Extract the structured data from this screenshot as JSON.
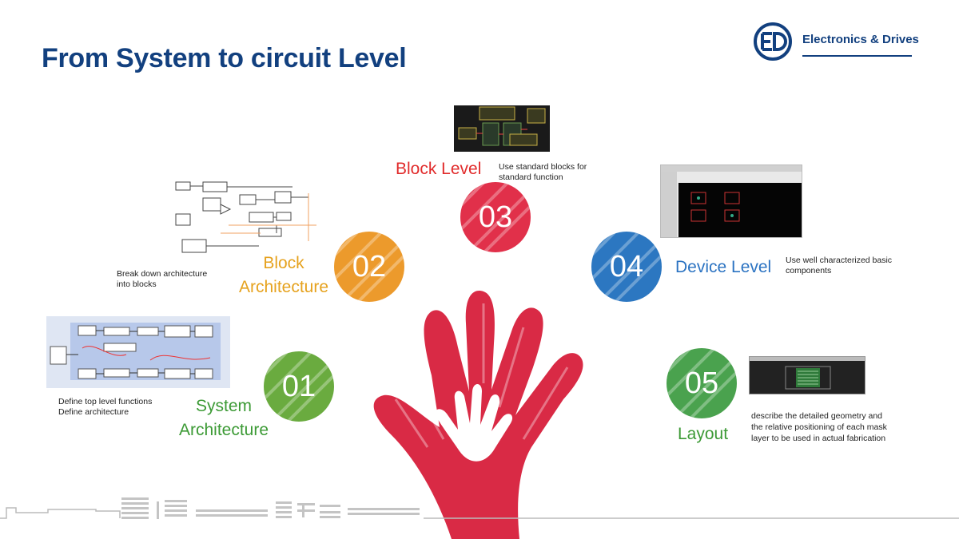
{
  "header": {
    "title": "From System to circuit Level"
  },
  "logo": {
    "text": "Electronics & Drives"
  },
  "stages": {
    "s1": {
      "number": "01",
      "label_line1": "System",
      "label_line2": "Architecture",
      "desc_line1": "Define top  level functions",
      "desc_line2": "Define architecture",
      "color": "#6aab3f"
    },
    "s2": {
      "number": "02",
      "label_line1": "Block",
      "label_line2": "Architecture",
      "desc_line1": "Break down architecture",
      "desc_line2": "into blocks",
      "color": "#ec9a2c"
    },
    "s3": {
      "number": "03",
      "label_line1": "Block Level",
      "desc_line1": "Use standard blocks for",
      "desc_line2": "standard function",
      "color": "#e1304a"
    },
    "s4": {
      "number": "04",
      "label_line1": "Device Level",
      "desc_line1": "Use well characterized basic",
      "desc_line2": "components",
      "color": "#2c77c1"
    },
    "s5": {
      "number": "05",
      "label_line1": "Layout",
      "desc_line1": "describe the detailed geometry  and",
      "desc_line2": "the  relative positioning of each mask",
      "desc_line3": "layer to be used in actual fabrication",
      "color": "#4aa24e"
    }
  },
  "colors": {
    "title": "#12407f",
    "hand": "#d92a45",
    "label_red": "#e12b2b",
    "label_orange": "#e6a21e",
    "label_blue": "#2b73c2",
    "label_green": "#3c9a35"
  }
}
